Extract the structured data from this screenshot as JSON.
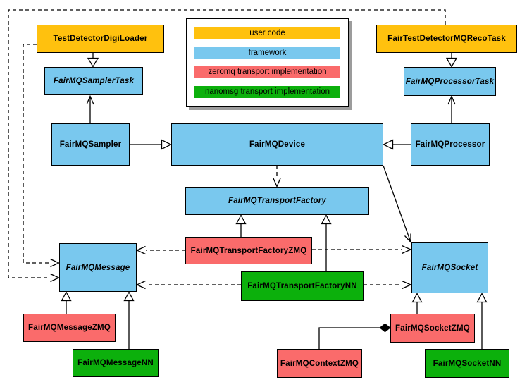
{
  "legend": {
    "items": [
      {
        "label": "user code",
        "color": "#FFC10E"
      },
      {
        "label": "framework",
        "color": "#79C8EE"
      },
      {
        "label": "zeromq transport implementation",
        "color": "#FA6B6B"
      },
      {
        "label": "nanomsg transport implementation",
        "color": "#0CB00C"
      }
    ]
  },
  "nodes": {
    "digiloader": {
      "label": "TestDetectorDigiLoader",
      "category": "user code",
      "abstract": false
    },
    "recotask": {
      "label": "FairTestDetectorMQRecoTask",
      "category": "user code",
      "abstract": false
    },
    "samplertask": {
      "label": "FairMQSamplerTask",
      "category": "framework",
      "abstract": true
    },
    "processortask": {
      "label": "FairMQProcessorTask",
      "category": "framework",
      "abstract": true
    },
    "sampler": {
      "label": "FairMQSampler",
      "category": "framework",
      "abstract": false
    },
    "device": {
      "label": "FairMQDevice",
      "category": "framework",
      "abstract": false
    },
    "processor": {
      "label": "FairMQProcessor",
      "category": "framework",
      "abstract": false
    },
    "transportfactory": {
      "label": "FairMQTransportFactory",
      "category": "framework",
      "abstract": true
    },
    "factoryzmq": {
      "label": "FairMQTransportFactoryZMQ",
      "category": "zeromq transport implementation",
      "abstract": false
    },
    "factorynn": {
      "label": "FairMQTransportFactoryNN",
      "category": "nanomsg transport implementation",
      "abstract": false
    },
    "message": {
      "label": "FairMQMessage",
      "category": "framework",
      "abstract": true
    },
    "socket": {
      "label": "FairMQSocket",
      "category": "framework",
      "abstract": true
    },
    "messagezmq": {
      "label": "FairMQMessageZMQ",
      "category": "zeromq transport implementation",
      "abstract": false
    },
    "messagenn": {
      "label": "FairMQMessageNN",
      "category": "nanomsg transport implementation",
      "abstract": false
    },
    "contextzmq": {
      "label": "FairMQContextZMQ",
      "category": "zeromq transport implementation",
      "abstract": false
    },
    "socketzmq": {
      "label": "FairMQSocketZMQ",
      "category": "zeromq transport implementation",
      "abstract": false
    },
    "socketnn": {
      "label": "FairMQSocketNN",
      "category": "nanomsg transport implementation",
      "abstract": false
    }
  },
  "edges": [
    {
      "from": "digiloader",
      "to": "samplertask",
      "type": "inheritance"
    },
    {
      "from": "recotask",
      "to": "processortask",
      "type": "inheritance"
    },
    {
      "from": "sampler",
      "to": "device",
      "type": "inheritance"
    },
    {
      "from": "processor",
      "to": "device",
      "type": "inheritance"
    },
    {
      "from": "factoryzmq",
      "to": "transportfactory",
      "type": "inheritance"
    },
    {
      "from": "factorynn",
      "to": "transportfactory",
      "type": "inheritance"
    },
    {
      "from": "messagezmq",
      "to": "message",
      "type": "inheritance"
    },
    {
      "from": "messagenn",
      "to": "message",
      "type": "inheritance"
    },
    {
      "from": "socketzmq",
      "to": "socket",
      "type": "inheritance"
    },
    {
      "from": "socketnn",
      "to": "socket",
      "type": "inheritance"
    },
    {
      "from": "sampler",
      "to": "samplertask",
      "type": "association"
    },
    {
      "from": "processor",
      "to": "processortask",
      "type": "association"
    },
    {
      "from": "device",
      "to": "socket",
      "type": "association"
    },
    {
      "from": "device",
      "to": "transportfactory",
      "type": "dependency"
    },
    {
      "from": "digiloader",
      "to": "message",
      "type": "dependency"
    },
    {
      "from": "recotask",
      "to": "message",
      "type": "dependency"
    },
    {
      "from": "factoryzmq",
      "to": "message",
      "type": "dependency"
    },
    {
      "from": "factoryzmq",
      "to": "socket",
      "type": "dependency"
    },
    {
      "from": "factorynn",
      "to": "message",
      "type": "dependency"
    },
    {
      "from": "factorynn",
      "to": "socket",
      "type": "dependency"
    },
    {
      "from": "contextzmq",
      "to": "socketzmq",
      "type": "composition"
    }
  ]
}
